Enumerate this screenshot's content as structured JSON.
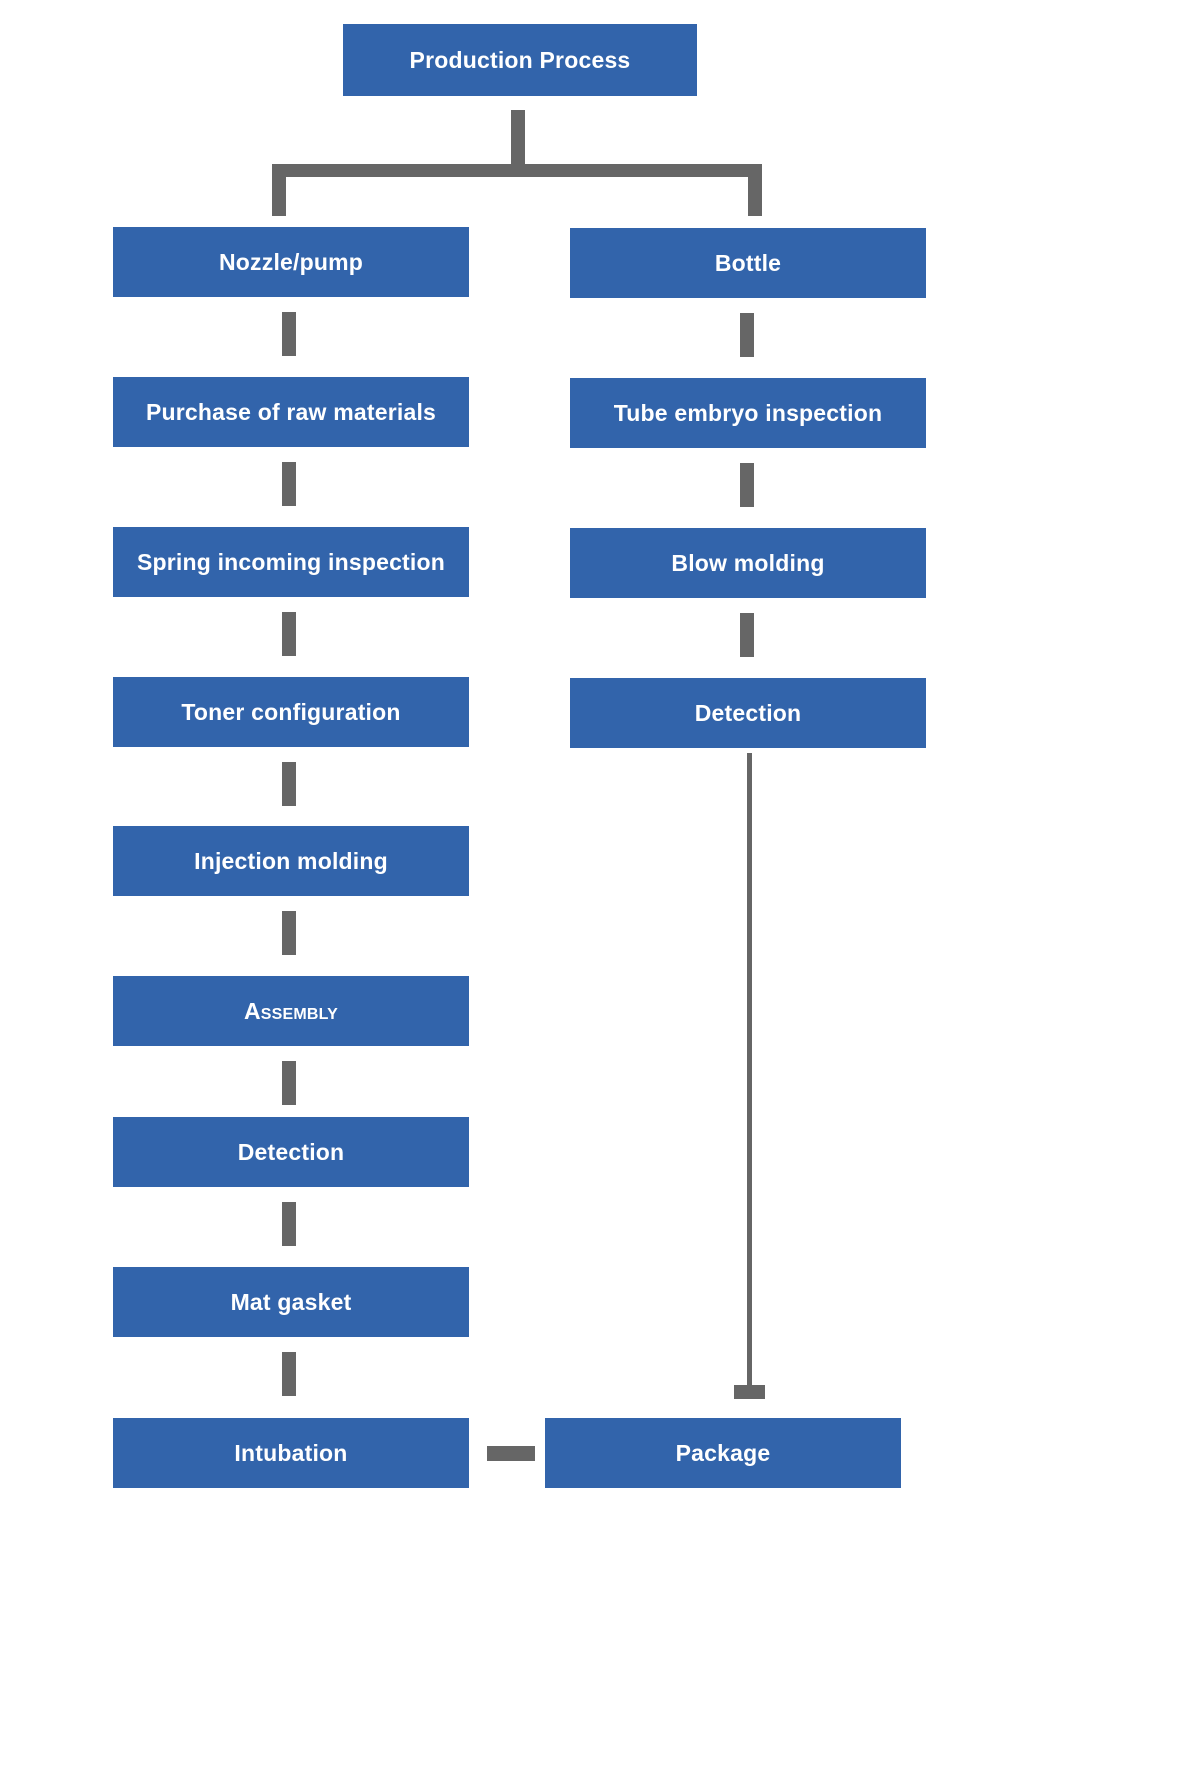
{
  "diagram": {
    "title": "Production Process",
    "type": "flowchart",
    "theme": {
      "node_fill": "#3264ab",
      "node_text": "#ffffff",
      "connector": "#666666",
      "background": "#ffffff"
    },
    "root": {
      "label": "Production Process"
    },
    "branches": [
      {
        "name": "nozzle-pump-branch",
        "steps": [
          {
            "label": "Nozzle/pump"
          },
          {
            "label": "Purchase of raw materials"
          },
          {
            "label": "Spring incoming inspection"
          },
          {
            "label": "Toner configuration"
          },
          {
            "label": "Injection molding"
          },
          {
            "label": "Assembly"
          },
          {
            "label": "Detection"
          },
          {
            "label": "Mat gasket"
          },
          {
            "label": "Intubation"
          }
        ]
      },
      {
        "name": "bottle-branch",
        "steps": [
          {
            "label": "Bottle"
          },
          {
            "label": "Tube embryo inspection"
          },
          {
            "label": "Blow molding"
          },
          {
            "label": "Detection"
          },
          {
            "label": "Package"
          }
        ]
      }
    ]
  }
}
